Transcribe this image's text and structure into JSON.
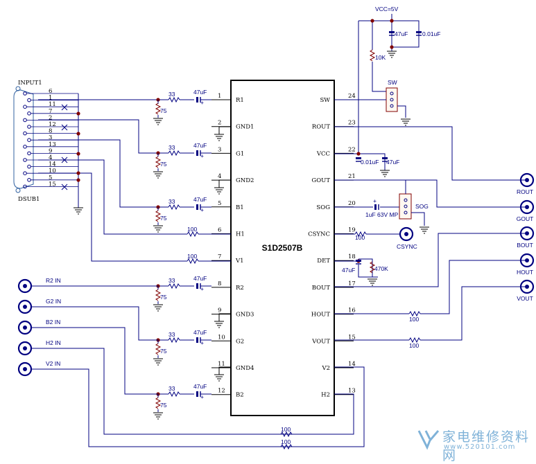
{
  "chip": {
    "name": "S1D2507B",
    "left_pins": [
      {
        "num": "1",
        "name": "R1"
      },
      {
        "num": "2",
        "name": "GND1"
      },
      {
        "num": "3",
        "name": "G1"
      },
      {
        "num": "4",
        "name": "GND2"
      },
      {
        "num": "5",
        "name": "B1"
      },
      {
        "num": "6",
        "name": "H1"
      },
      {
        "num": "7",
        "name": "V1"
      },
      {
        "num": "8",
        "name": "R2"
      },
      {
        "num": "9",
        "name": "GND3"
      },
      {
        "num": "10",
        "name": "G2"
      },
      {
        "num": "11",
        "name": "GND4"
      },
      {
        "num": "12",
        "name": "B2"
      }
    ],
    "right_pins": [
      {
        "num": "24",
        "name": "SW"
      },
      {
        "num": "23",
        "name": "ROUT"
      },
      {
        "num": "22",
        "name": "VCC"
      },
      {
        "num": "21",
        "name": "GOUT"
      },
      {
        "num": "20",
        "name": "SOG"
      },
      {
        "num": "19",
        "name": "CSYNC"
      },
      {
        "num": "18",
        "name": "DET"
      },
      {
        "num": "17",
        "name": "BOUT"
      },
      {
        "num": "16",
        "name": "HOUT"
      },
      {
        "num": "15",
        "name": "VOUT"
      },
      {
        "num": "14",
        "name": "V2"
      },
      {
        "num": "13",
        "name": "H2"
      }
    ]
  },
  "connector": {
    "name": "INPUT1",
    "part": "DSUB1",
    "pin_numbers": [
      "6",
      "1",
      "11",
      "7",
      "2",
      "12",
      "8",
      "3",
      "13",
      "9",
      "4",
      "14",
      "10",
      "5",
      "15"
    ]
  },
  "labels": {
    "r_series": "33",
    "r_term": "75",
    "c_couple": "47uF",
    "r_sync": "100",
    "vcc": "VCC=5V",
    "c_47": "47uF",
    "c_001": "0.01uF",
    "r_10k": "10K",
    "sw": "SW",
    "sog_cap": "1uF 63V MP",
    "sog": "SOG",
    "csync": "CSYNC",
    "r_470k": "470K",
    "plus": "+"
  },
  "inputs": [
    "R2 IN",
    "G2 IN",
    "B2 IN",
    "H2 IN",
    "V2 IN"
  ],
  "outputs": [
    "ROUT",
    "GOUT",
    "BOUT",
    "HOUT",
    "VOUT"
  ],
  "watermark": {
    "text": "家电维修资料网",
    "url": "www.520101.com"
  }
}
